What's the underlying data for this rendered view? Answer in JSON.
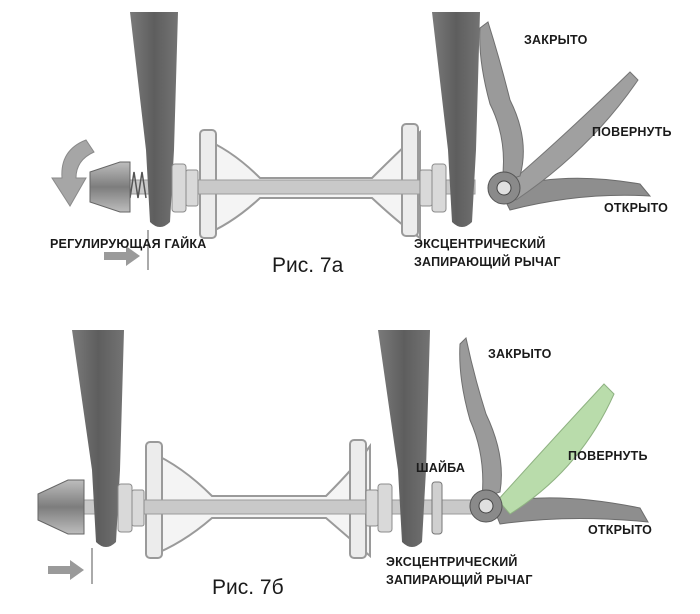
{
  "figure_a": {
    "caption": "Рис. 7а",
    "label_closed": "ЗАКРЫТО",
    "label_turn": "ПОВЕРНУТЬ",
    "label_open": "ОТКРЫТО",
    "label_adjust_nut": "РЕГУЛИРУЮЩАЯ ГАЙКА",
    "label_lever_line1": "ЭКСЦЕНТРИЧЕСКИЙ",
    "label_lever_line2": "ЗАПИРАЮЩИЙ РЫЧАГ"
  },
  "figure_b": {
    "caption": "Рис. 7б",
    "label_closed": "ЗАКРЫТО",
    "label_turn": "ПОВЕРНУТЬ",
    "label_open": "ОТКРЫТО",
    "label_washer": "ШАЙБА",
    "label_lever_line1": "ЭКСЦЕНТРИЧЕСКИЙ",
    "label_lever_line2": "ЗАПИРАЮЩИЙ РЫЧАГ"
  },
  "colors": {
    "fork": "#6e6e6e",
    "lever": "#8a8a8a",
    "lever_turn_highlight": "#b9dcab",
    "axle": "#bdbdbd",
    "text": "#1a1a1a"
  }
}
